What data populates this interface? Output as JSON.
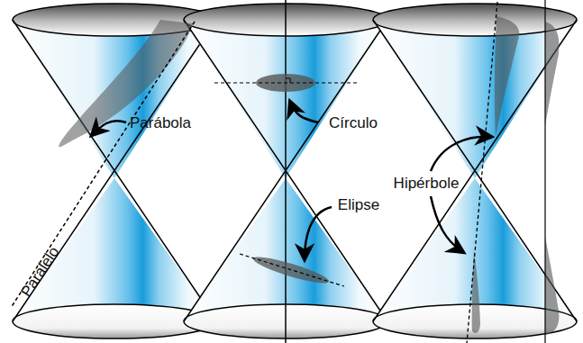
{
  "diagram": {
    "labels": [
      "Parábola",
      "Paralelo",
      "Círculo",
      "Elipse",
      "Hipérbole"
    ]
  }
}
